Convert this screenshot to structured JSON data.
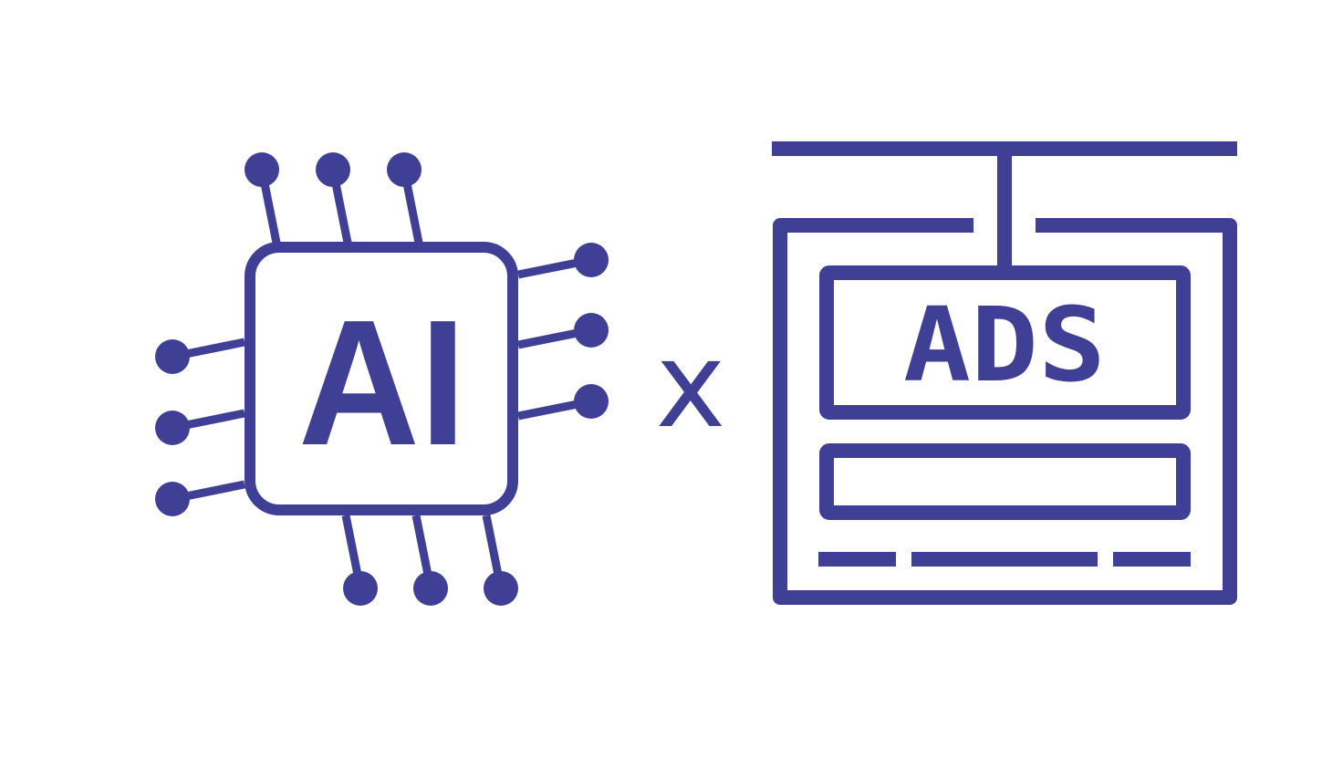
{
  "illustration": {
    "left_icon": {
      "name": "ai-chip-icon",
      "label": "AI"
    },
    "separator": "x",
    "right_icon": {
      "name": "ads-billboard-icon",
      "label": "ADS"
    },
    "colors": {
      "primary": "#3f4095",
      "background": "#ffffff"
    }
  }
}
